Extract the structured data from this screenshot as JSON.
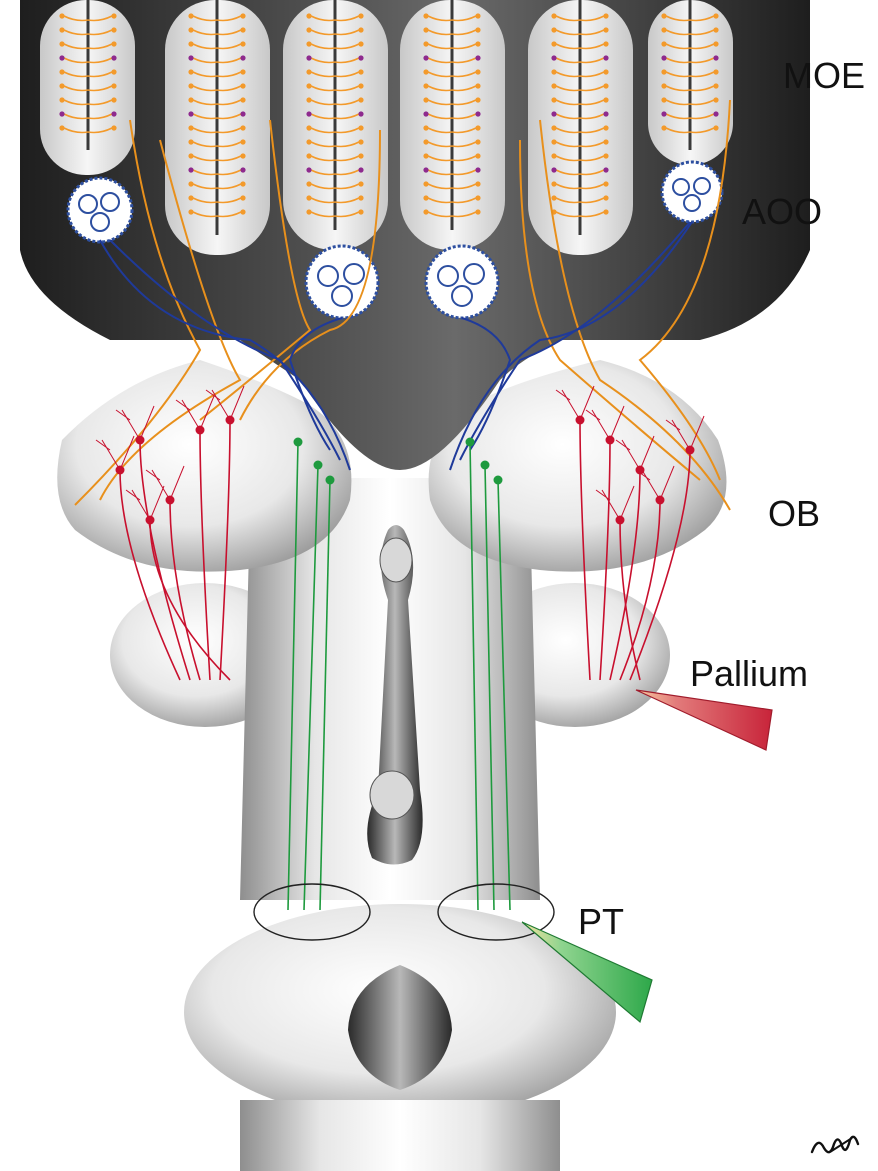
{
  "labels": {
    "moe": "MOE",
    "aoo": "AOO",
    "ob": "OB",
    "pallium": "Pallium",
    "pt": "PT"
  },
  "signature_text": "Sky",
  "colors": {
    "background": "#ffffff",
    "tissue_dark": "#3a3a3a",
    "lobe_lightgray": "#f2f2f2",
    "receptor_orange": "#f39a2b",
    "receptor_purple": "#8e2a8e",
    "axon_orange": "#e8901c",
    "axon_blue": "#1f3a9a",
    "mitral_red": "#c8102e",
    "projection_green": "#1e9a3e",
    "electrode_red": "#c8243a",
    "electrode_green": "#2ea84a"
  }
}
